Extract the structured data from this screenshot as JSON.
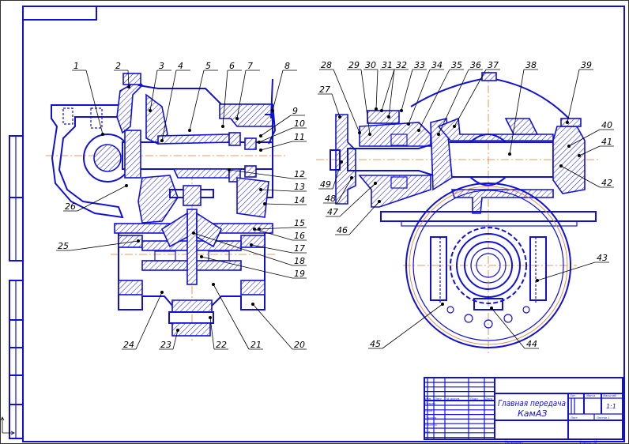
{
  "drawing": {
    "part_numbers": [
      "1",
      "2",
      "3",
      "4",
      "5",
      "6",
      "7",
      "8",
      "9",
      "10",
      "11",
      "12",
      "13",
      "14",
      "15",
      "16",
      "17",
      "18",
      "19",
      "20",
      "21",
      "22",
      "23",
      "24",
      "25",
      "26",
      "27",
      "28",
      "29",
      "30",
      "31",
      "32",
      "33",
      "34",
      "35",
      "36",
      "37",
      "38",
      "39",
      "40",
      "41",
      "42",
      "43",
      "44",
      "45",
      "46",
      "47",
      "48",
      "49"
    ]
  },
  "title_block": {
    "title_line1": "Главная передача",
    "title_line2": "КамАЗ",
    "scale": "1:1",
    "sheet_label": "Лист",
    "sheets_label": "Листов 1",
    "lit_label": "Лит.",
    "mass_label": "Масса",
    "scale_label": "Масштаб",
    "row_labels": [
      "Изм.",
      "Лист",
      "№ докум.",
      "Подп.",
      "Дата"
    ],
    "role_labels": [
      "Разраб.",
      "Пров.",
      "Т.контр.",
      "Н.контр.",
      "Утв."
    ],
    "copied": "Копировал",
    "format": "Формат A2"
  },
  "colors": {
    "line": "#1010d8",
    "axis": "#e07a30"
  }
}
